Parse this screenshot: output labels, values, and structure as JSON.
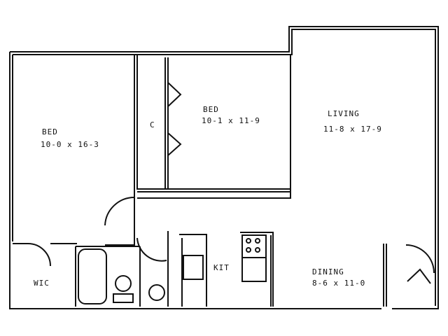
{
  "rooms": [
    {
      "name": "BED",
      "dims": "10-0 x 16-3"
    },
    {
      "name": "BED",
      "dims": "10-1 x 11-9"
    },
    {
      "name": "LIVING",
      "dims": "11-8 x 17-9"
    },
    {
      "name": "DINING",
      "dims": "8-6 x 11-0"
    },
    {
      "name": "KIT"
    },
    {
      "name": "WIC"
    },
    {
      "name": "C"
    }
  ]
}
